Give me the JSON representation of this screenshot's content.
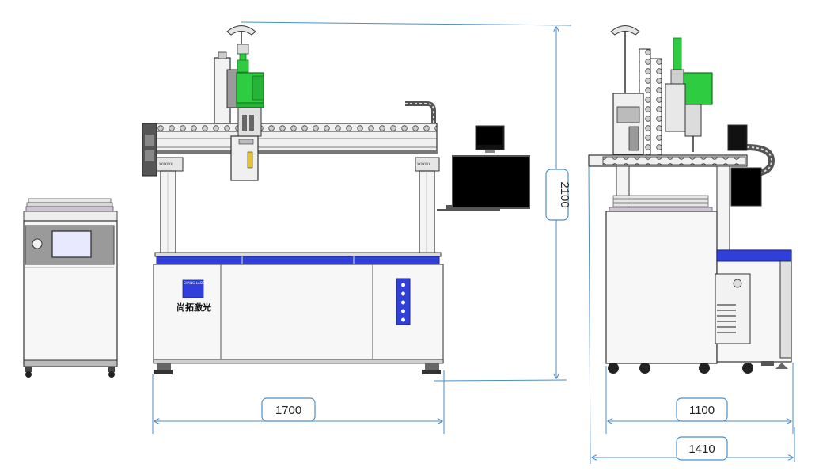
{
  "dimensions": {
    "front_width": "1700",
    "height": "2100",
    "side_depth_inner": "1100",
    "side_depth_outer": "1410"
  },
  "front_view": {
    "brand_chinese": "尚拓激光",
    "brand_logo_text": "SHANG LASER"
  },
  "colors": {
    "dimension_line": "#4a8ec9",
    "accent_blue": "#2f3fd8",
    "head_green": "#2ecc40",
    "drag_chain": "#555555"
  }
}
